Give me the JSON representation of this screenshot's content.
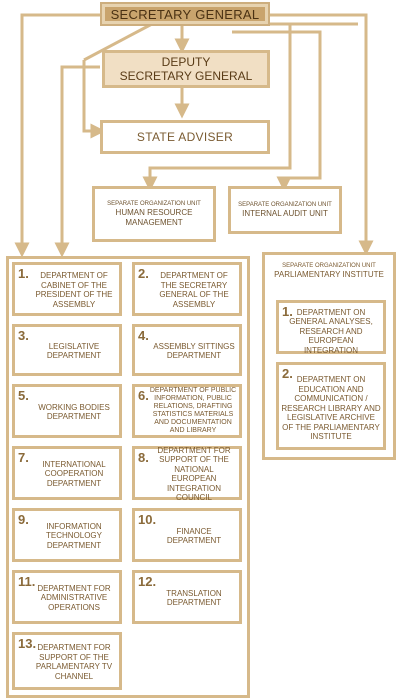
{
  "colors": {
    "line": "#d6b98a",
    "top_fill": "#c9a46d",
    "deputy_fill": "#f1dfc4",
    "text": "#7a5a30"
  },
  "nodes": {
    "secretary_general": "SECRETARY GENERAL",
    "deputy_line1": "DEPUTY",
    "deputy_line2": "SECRETARY GENERAL",
    "state_adviser": "STATE ADVISER",
    "hr_unit_caption": "SEPARATE ORGANIZATION UNIT",
    "hr_unit_name": "HUMAN RESOURCE MANAGEMENT",
    "audit_unit_caption": "SEPARATE ORGANIZATION UNIT",
    "audit_unit_name": "INTERNAL AUDIT UNIT",
    "institute_caption": "SEPARATE ORGANIZATION UNIT",
    "institute_name": "PARLIAMENTARY INSTITUTE"
  },
  "departments": [
    {
      "num": "1.",
      "label": "DEPARTMENT OF CABINET OF THE PRESIDENT OF THE ASSEMBLY"
    },
    {
      "num": "2.",
      "label": "DEPARTMENT OF THE SECRETARY GENERAL OF THE ASSEMBLY"
    },
    {
      "num": "3.",
      "label": "LEGISLATIVE DEPARTMENT"
    },
    {
      "num": "4.",
      "label": "ASSEMBLY SITTINGS DEPARTMENT"
    },
    {
      "num": "5.",
      "label": "WORKING BODIES DEPARTMENT"
    },
    {
      "num": "6.",
      "label": "DEPARTMENT OF PUBLIC INFORMATION, PUBLIC RELATIONS, DRAFTING STATISTICS MATERIALS AND DOCUMENTATION AND LIBRARY"
    },
    {
      "num": "7.",
      "label": "INTERNATIONAL COOPERATION DEPARTMENT"
    },
    {
      "num": "8.",
      "label": "DEPARTMENT FOR SUPPORT OF THE NATIONAL EUROPEAN INTEGRATION COUNCIL"
    },
    {
      "num": "9.",
      "label": "INFORMATION TECHNOLOGY DEPARTMENT"
    },
    {
      "num": "10.",
      "label": "FINANCE DEPARTMENT"
    },
    {
      "num": "11.",
      "label": "DEPARTMENT FOR ADMINISTRATIVE OPERATIONS"
    },
    {
      "num": "12.",
      "label": "TRANSLATION DEPARTMENT"
    },
    {
      "num": "13.",
      "label": "DEPARTMENT FOR SUPPORT OF THE PARLAMENTARY TV CHANNEL"
    }
  ],
  "institute_departments": [
    {
      "num": "1.",
      "label": "DEPARTMENT ON GENERAL ANALYSES, RESEARCH AND EUROPEAN INTEGRATION"
    },
    {
      "num": "2.",
      "label": "DEPARTMENT ON EDUCATION AND COMMUNICATION / RESEARCH LIBRARY AND LEGISLATIVE ARCHIVE OF THE PARLIAMENTARY INSTITUTE"
    }
  ]
}
